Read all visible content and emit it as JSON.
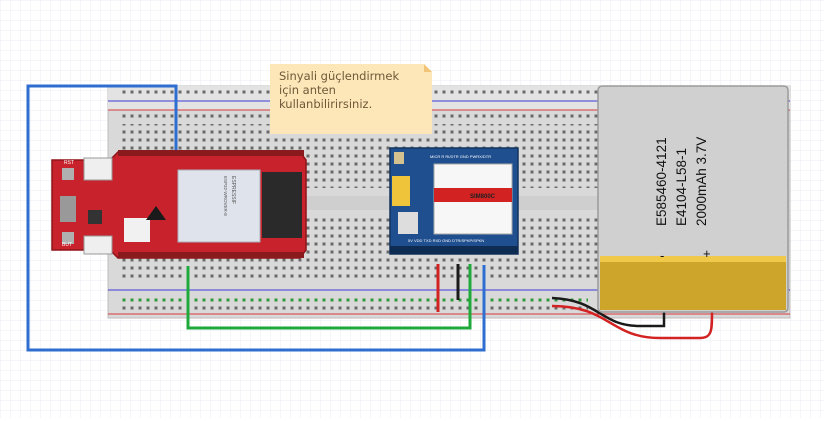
{
  "note": {
    "lines": [
      "Sinyali güçlendirmek",
      "için anten",
      "kullanbilirirsiniz."
    ]
  },
  "battery": {
    "lines": [
      "E585460-4121",
      "E4104-L58-1",
      "2000mAh 3.7V"
    ],
    "minus": "-",
    "plus": "+"
  },
  "esp_board": {
    "shield_text": "ESPRESSIF",
    "module_text": "ESP32-WROVER-E",
    "rst_label": "RST",
    "boot_label": "BUT"
  },
  "gsm": {
    "chip_label": "SIM800C",
    "top_pins": "MICR R  RI/DTR GND PWRX/DTR",
    "bottom_pins": "5V VDD TXD RXD GND DTR/SPKP/SPKN"
  },
  "colors": {
    "wire_blue": "#2e6ed1",
    "wire_green": "#1eaa3a",
    "wire_red": "#d22222",
    "wire_black": "#1a1a1a",
    "esp_board": "#c8232c",
    "gsm_board": "#1f4f8f",
    "battery_body": "#d0d0d0",
    "battery_band": "#cca52a",
    "note": "#fde6b8"
  }
}
